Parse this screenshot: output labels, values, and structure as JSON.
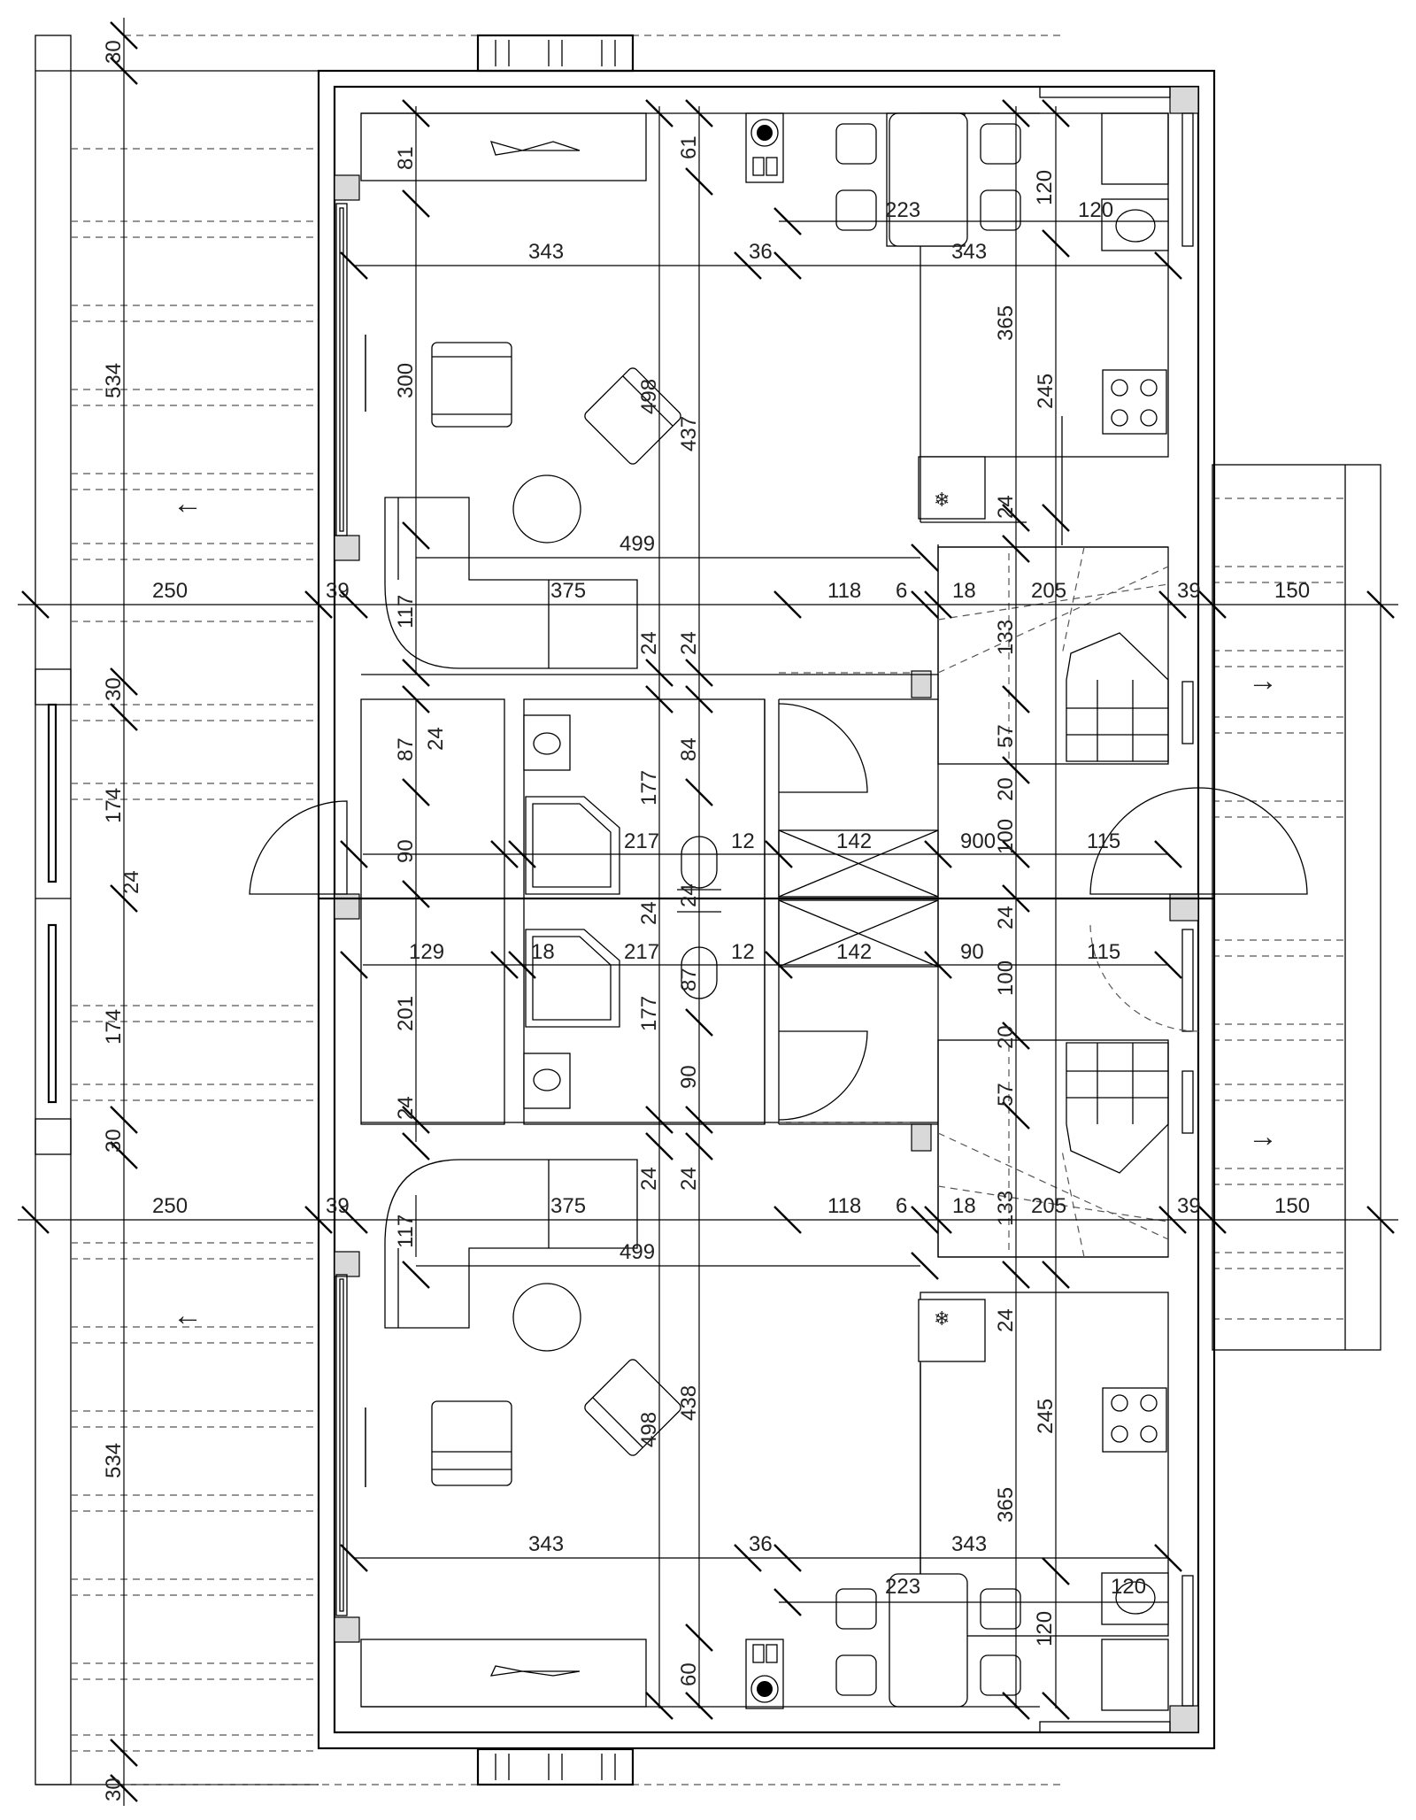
{
  "dimensions": [
    {
      "id": "d30a",
      "text": "30"
    },
    {
      "id": "d534a",
      "text": "534"
    },
    {
      "id": "d81",
      "text": "81"
    },
    {
      "id": "d61",
      "text": "61"
    },
    {
      "id": "d120a",
      "text": "120"
    },
    {
      "id": "d223a",
      "text": "223"
    },
    {
      "id": "d120b",
      "text": "120"
    },
    {
      "id": "d343a",
      "text": "343"
    },
    {
      "id": "d36a",
      "text": "36"
    },
    {
      "id": "d343b",
      "text": "343"
    },
    {
      "id": "d300",
      "text": "300"
    },
    {
      "id": "d498a",
      "text": "498"
    },
    {
      "id": "d437",
      "text": "437"
    },
    {
      "id": "d365a",
      "text": "365"
    },
    {
      "id": "d245a",
      "text": "245"
    },
    {
      "id": "d24a",
      "text": "24"
    },
    {
      "id": "d499a",
      "text": "499"
    },
    {
      "id": "d250a",
      "text": "250"
    },
    {
      "id": "d39a",
      "text": "39"
    },
    {
      "id": "d117a",
      "text": "117"
    },
    {
      "id": "d375a",
      "text": "375"
    },
    {
      "id": "d118a",
      "text": "118"
    },
    {
      "id": "d6a",
      "text": "6"
    },
    {
      "id": "d18a",
      "text": "18"
    },
    {
      "id": "d205a",
      "text": "205"
    },
    {
      "id": "d39b",
      "text": "39"
    },
    {
      "id": "d150a",
      "text": "150"
    },
    {
      "id": "d133a",
      "text": "133"
    },
    {
      "id": "d24b",
      "text": "24"
    },
    {
      "id": "d24c",
      "text": "24"
    },
    {
      "id": "d30b",
      "text": "30"
    },
    {
      "id": "d87a",
      "text": "87"
    },
    {
      "id": "d24d",
      "text": "24"
    },
    {
      "id": "d84",
      "text": "84"
    },
    {
      "id": "d57a",
      "text": "57"
    },
    {
      "id": "d174a",
      "text": "174"
    },
    {
      "id": "d177a",
      "text": "177"
    },
    {
      "id": "d20a",
      "text": "20"
    },
    {
      "id": "d90a",
      "text": "90"
    },
    {
      "id": "d217a",
      "text": "217"
    },
    {
      "id": "d12a",
      "text": "12"
    },
    {
      "id": "d142a",
      "text": "142"
    },
    {
      "id": "d900",
      "text": "900"
    },
    {
      "id": "d100a",
      "text": "100"
    },
    {
      "id": "d115a",
      "text": "115"
    },
    {
      "id": "d24e",
      "text": "24"
    },
    {
      "id": "d24f",
      "text": "24"
    },
    {
      "id": "d24g",
      "text": "24"
    },
    {
      "id": "d24h",
      "text": "24"
    },
    {
      "id": "d129",
      "text": "129"
    },
    {
      "id": "d18b",
      "text": "18"
    },
    {
      "id": "d217b",
      "text": "217"
    },
    {
      "id": "d87b",
      "text": "87"
    },
    {
      "id": "d12b",
      "text": "12"
    },
    {
      "id": "d142b",
      "text": "142"
    },
    {
      "id": "d90b",
      "text": "90"
    },
    {
      "id": "d100b",
      "text": "100"
    },
    {
      "id": "d115b",
      "text": "115"
    },
    {
      "id": "d174b",
      "text": "174"
    },
    {
      "id": "d201",
      "text": "201"
    },
    {
      "id": "d177b",
      "text": "177"
    },
    {
      "id": "d20b",
      "text": "20"
    },
    {
      "id": "d90c",
      "text": "90"
    },
    {
      "id": "d57b",
      "text": "57"
    },
    {
      "id": "d24i",
      "text": "24"
    },
    {
      "id": "d30c",
      "text": "30"
    },
    {
      "id": "d24j",
      "text": "24"
    },
    {
      "id": "d24k",
      "text": "24"
    },
    {
      "id": "d250b",
      "text": "250"
    },
    {
      "id": "d39c",
      "text": "39"
    },
    {
      "id": "d117b",
      "text": "117"
    },
    {
      "id": "d375b",
      "text": "375"
    },
    {
      "id": "d118b",
      "text": "118"
    },
    {
      "id": "d6b",
      "text": "6"
    },
    {
      "id": "d18c",
      "text": "18"
    },
    {
      "id": "d205b",
      "text": "205"
    },
    {
      "id": "d39d",
      "text": "39"
    },
    {
      "id": "d150b",
      "text": "150"
    },
    {
      "id": "d133b",
      "text": "133"
    },
    {
      "id": "d499b",
      "text": "499"
    },
    {
      "id": "d24l",
      "text": "24"
    },
    {
      "id": "d498b",
      "text": "498"
    },
    {
      "id": "d438",
      "text": "438"
    },
    {
      "id": "d245b",
      "text": "245"
    },
    {
      "id": "d534b",
      "text": "534"
    },
    {
      "id": "d365b",
      "text": "365"
    },
    {
      "id": "d343c",
      "text": "343"
    },
    {
      "id": "d36b",
      "text": "36"
    },
    {
      "id": "d343d",
      "text": "343"
    },
    {
      "id": "d223b",
      "text": "223"
    },
    {
      "id": "d120c",
      "text": "120"
    },
    {
      "id": "d120d",
      "text": "120"
    },
    {
      "id": "d60",
      "text": "60"
    },
    {
      "id": "d30d",
      "text": "30"
    }
  ],
  "symbols": {
    "fridge_a": "❄",
    "fridge_b": "❄",
    "arrow_left": "←",
    "arrow_right": "→"
  }
}
